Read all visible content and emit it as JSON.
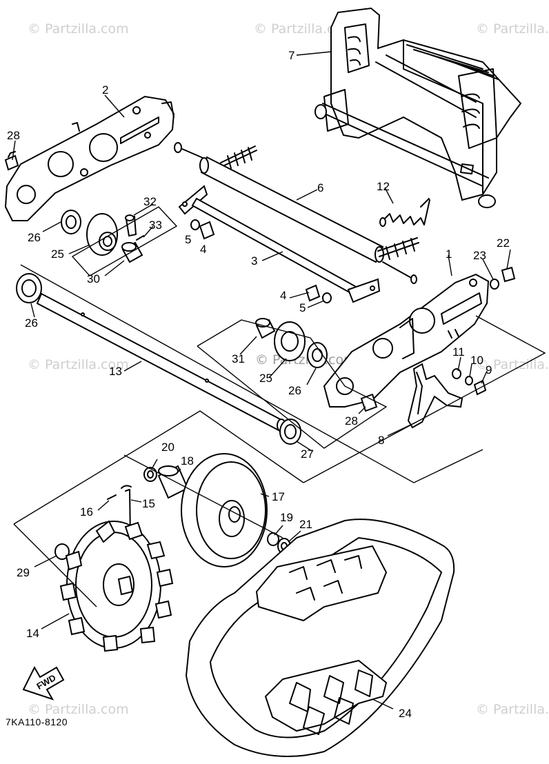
{
  "diagram": {
    "diagram_code": "7KA110-8120",
    "fwd_label": "FWD",
    "watermark": "© Partzilla.com",
    "callouts": {
      "c1": "1",
      "c2": "2",
      "c3": "3",
      "c4a": "4",
      "c4b": "4",
      "c5a": "5",
      "c5b": "5",
      "c6": "6",
      "c7": "7",
      "c8": "8",
      "c9": "9",
      "c10": "10",
      "c11": "11",
      "c12": "12",
      "c13": "13",
      "c14": "14",
      "c15": "15",
      "c16": "16",
      "c17": "17",
      "c18": "18",
      "c19": "19",
      "c20": "20",
      "c21": "21",
      "c22": "22",
      "c23": "23",
      "c24": "24",
      "c25a": "25",
      "c25b": "25",
      "c26a": "26",
      "c26b": "26",
      "c26c": "26",
      "c27": "27",
      "c28a": "28",
      "c28b": "28",
      "c29": "29",
      "c30": "30",
      "c31": "31",
      "c32": "32",
      "c33": "33"
    }
  }
}
